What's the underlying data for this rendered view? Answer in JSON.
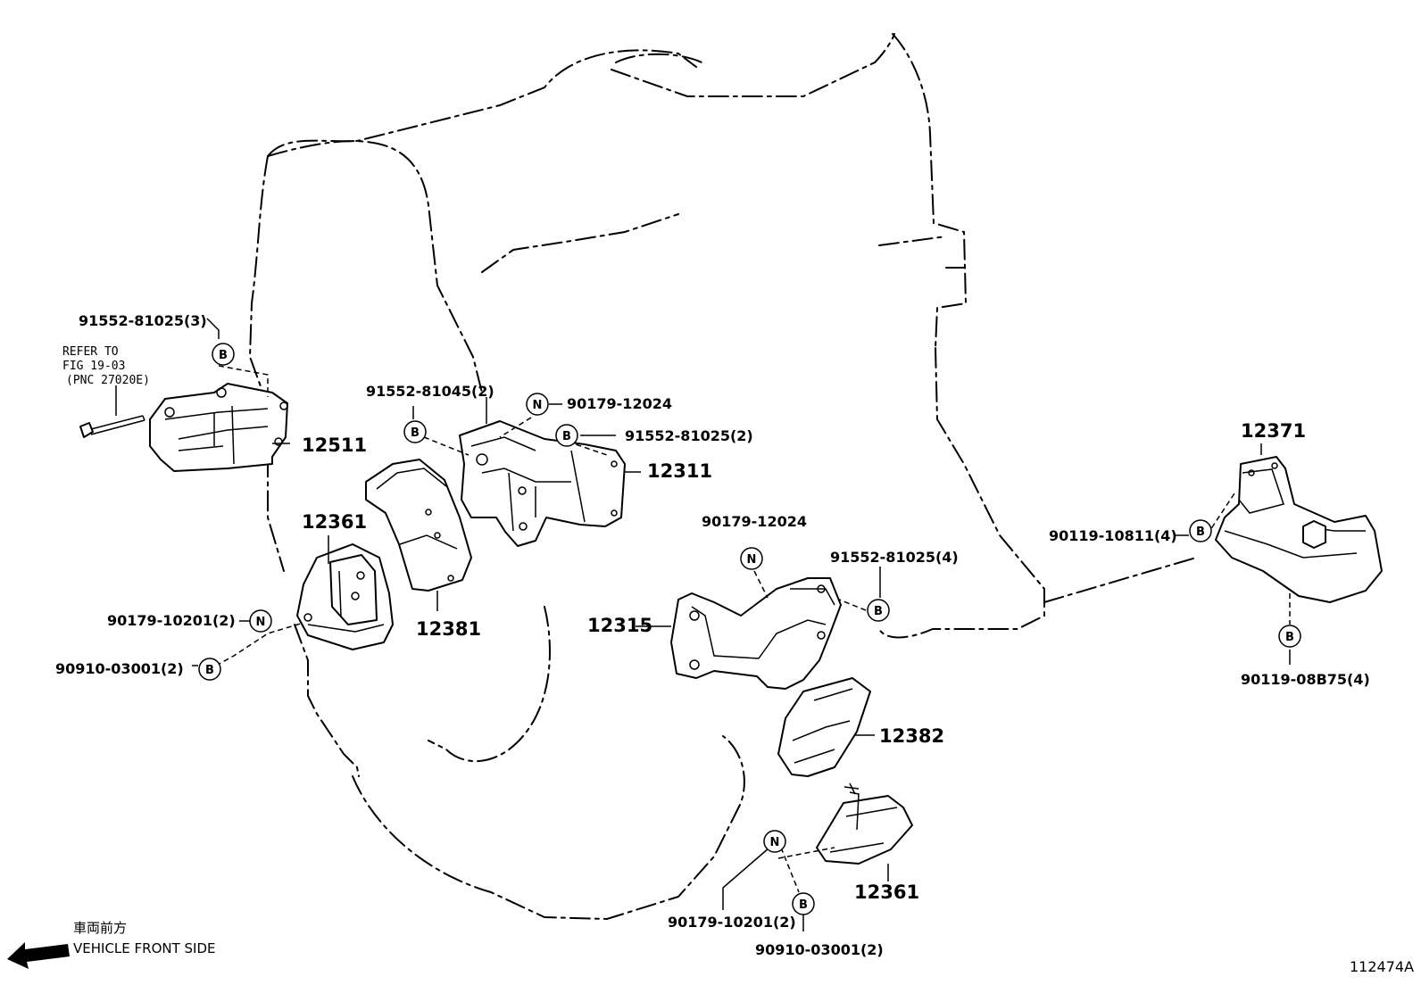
{
  "illustration_code": "112474A",
  "front_side": {
    "jp": "車両前方",
    "en": "VEHICLE FRONT SIDE"
  },
  "refer_note": [
    "REFER TO",
    "FIG 19-03",
    "(PNC 27020E)"
  ],
  "symbols": {
    "bolt": "B",
    "nut": "N"
  },
  "parts": [
    {
      "id": "12511",
      "label": "12511"
    },
    {
      "id": "12311",
      "label": "12311"
    },
    {
      "id": "12361a",
      "label": "12361"
    },
    {
      "id": "12381",
      "label": "12381"
    },
    {
      "id": "12315",
      "label": "12315"
    },
    {
      "id": "12382",
      "label": "12382"
    },
    {
      "id": "12361b",
      "label": "12361"
    },
    {
      "id": "12371",
      "label": "12371"
    }
  ],
  "fasteners": [
    {
      "id": "f1",
      "label": "91552-81025(3)",
      "symbol": "B"
    },
    {
      "id": "f2",
      "label": "91552-81045(2)",
      "symbol": "B"
    },
    {
      "id": "f3",
      "label": "90179-12024",
      "symbol": "N"
    },
    {
      "id": "f4",
      "label": "91552-81025(2)",
      "symbol": "B"
    },
    {
      "id": "f5",
      "label": "90179-10201(2)",
      "symbol": "N"
    },
    {
      "id": "f6",
      "label": "90910-03001(2)",
      "symbol": "B"
    },
    {
      "id": "f7",
      "label": "90179-12024",
      "symbol": "N"
    },
    {
      "id": "f8",
      "label": "91552-81025(4)",
      "symbol": "B"
    },
    {
      "id": "f9",
      "label": "90119-10811(4)",
      "symbol": "B"
    },
    {
      "id": "f10",
      "label": "90119-08B75(4)",
      "symbol": "B"
    },
    {
      "id": "f11",
      "label": "90179-10201(2)",
      "symbol": "N"
    },
    {
      "id": "f12",
      "label": "90910-03001(2)",
      "symbol": "B"
    }
  ]
}
